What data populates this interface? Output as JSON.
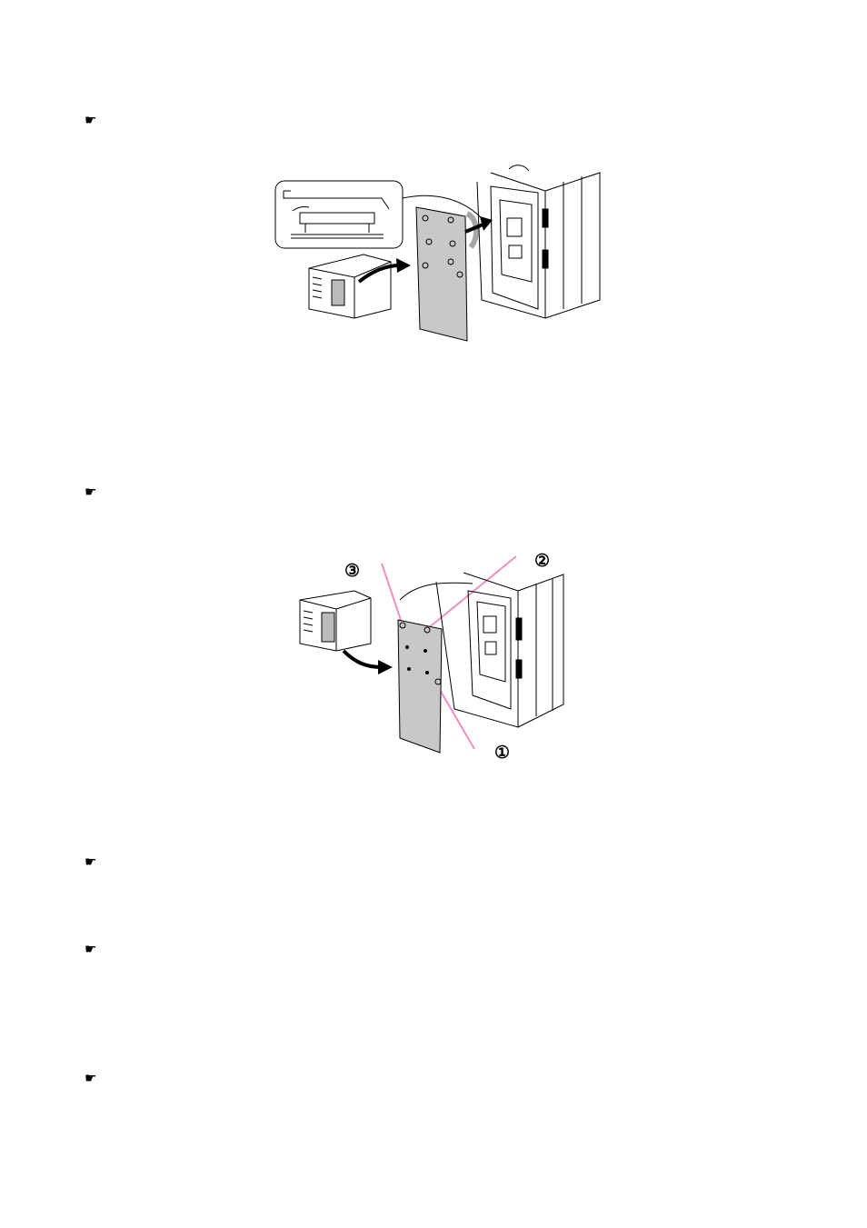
{
  "pointers": [
    "☛",
    "☛",
    "☛",
    "☛",
    "☛"
  ],
  "callouts": {
    "one": "①",
    "two": "②",
    "three": "③"
  },
  "colors": {
    "leader": "#f090c0",
    "panel": "#c8c8c8",
    "line": "#000000"
  }
}
